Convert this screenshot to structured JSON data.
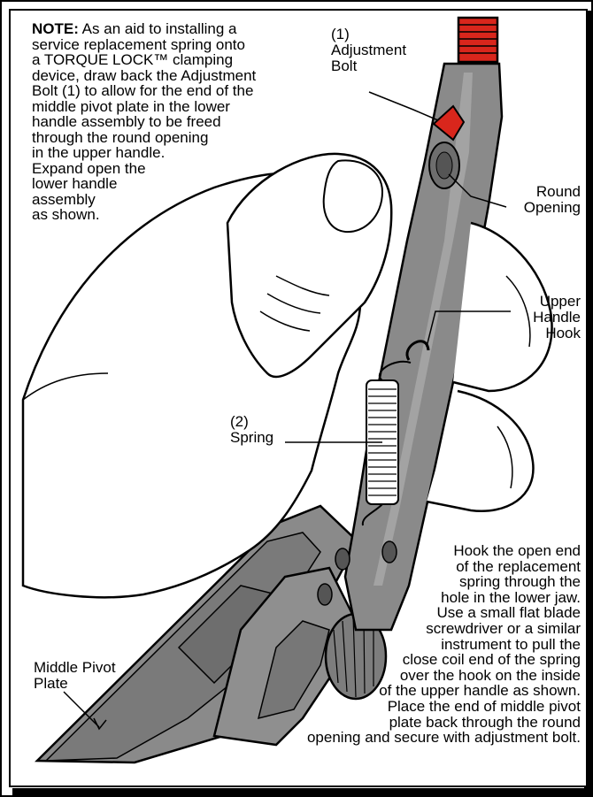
{
  "note": {
    "heading": "NOTE:",
    "body": " As an aid to installing a\nservice replacement spring onto\na TORQUE LOCK™ clamping\ndevice, draw back the Adjustment\nBolt (1) to allow for the end of the\nmiddle pivot plate in the lower\nhandle assembly to be freed\nthrough the round opening\nin the upper handle.\nExpand open the\nlower handle\nassembly\nas shown."
  },
  "labels": {
    "adjustment_bolt": "(1)\nAdjustment\nBolt",
    "round_opening": "Round\nOpening",
    "upper_handle_hook": "Upper\nHandle\nHook",
    "spring": "(2)\nSpring",
    "middle_pivot_plate": "Middle Pivot\nPlate"
  },
  "instructions": "Hook the open end\nof the replacement\nspring through the\nhole in the lower jaw.\nUse a small flat blade\nscrewdriver or a similar\ninstrument to pull the\nclose coil end of the spring\nover the hook on the inside\nof the upper handle as shown.\nPlace the end of middle pivot\nplate back through the round\nopening and secure with adjustment bolt.",
  "colors": {
    "tool_gray": "#8a8a8a",
    "tool_dark": "#6e6e6e",
    "accent_red": "#d9261c",
    "outline": "#000000",
    "hand": "#ffffff"
  }
}
